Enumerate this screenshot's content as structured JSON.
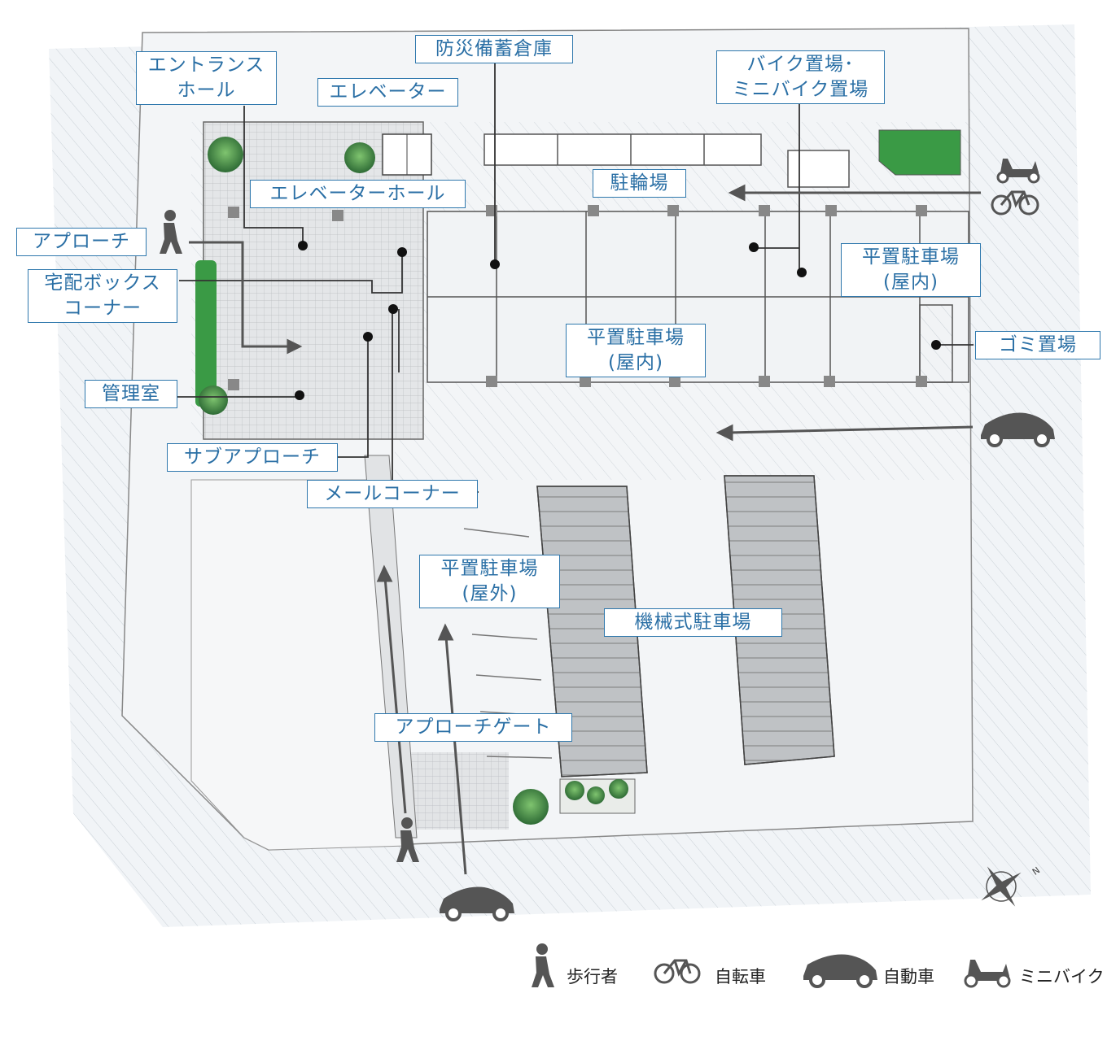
{
  "labels": {
    "entrance_hall": [
      "エントランス",
      "ホール"
    ],
    "elevator": "エレベーター",
    "disaster_storage": "防災備蓄倉庫",
    "bike_parking": [
      "バイク置場･",
      "ミニバイク置場"
    ],
    "elevator_hall": "エレベーターホール",
    "bicycle_parking": "駐輪場",
    "approach": "アプローチ",
    "delivery_box": [
      "宅配ボックス",
      "コーナー"
    ],
    "indoor_parking_right": [
      "平置駐車場",
      "(屋内)"
    ],
    "indoor_parking_center": [
      "平置駐車場",
      "(屋内)"
    ],
    "garbage": "ゴミ置場",
    "management_office": "管理室",
    "sub_approach": "サブアプローチ",
    "mail_corner": "メールコーナー",
    "outdoor_parking": [
      "平置駐車場",
      "(屋外)"
    ],
    "mechanical_parking": "機械式駐車場",
    "approach_gate": "アプローチゲート"
  },
  "legend": [
    {
      "icon": "pedestrian-icon",
      "label": "歩行者"
    },
    {
      "icon": "bicycle-icon",
      "label": "自転車"
    },
    {
      "icon": "car-icon",
      "label": "自動車"
    },
    {
      "icon": "scooter-icon",
      "label": "ミニバイク"
    }
  ],
  "compass": {
    "north": "N"
  },
  "colors": {
    "label_border": "#2f78ad",
    "label_text": "#2a6fa5",
    "route_arrow": "#555555",
    "greenery": "#3a9a45",
    "hatch_bg": "#dfe6ec"
  }
}
